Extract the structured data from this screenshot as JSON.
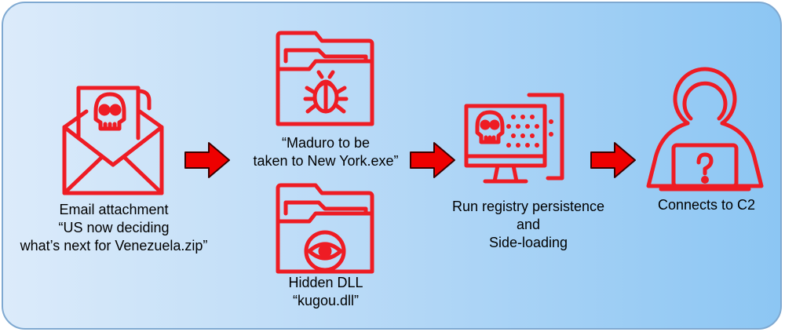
{
  "colors": {
    "icon": "#ee1c24",
    "arrow": "#ee0000",
    "arrow_outline": "#3a0000"
  },
  "steps": {
    "email": {
      "icon": "email-with-skull-icon",
      "lines": [
        "Email attachment",
        "“US now deciding",
        "what’s next for Venezuela.zip”"
      ]
    },
    "exe": {
      "icon": "folder-with-bug-icon",
      "lines": [
        "“Maduro to be",
        "taken to New York.exe”"
      ]
    },
    "dll": {
      "icon": "folder-with-eye-icon",
      "lines": [
        "Hidden DLL",
        "“kugou.dll”"
      ]
    },
    "persistence": {
      "icon": "computer-with-skull-icon",
      "lines": [
        "Run registry persistence",
        "and",
        "Side-loading"
      ]
    },
    "c2": {
      "icon": "hacker-with-laptop-icon",
      "lines": [
        "Connects to C2"
      ]
    }
  },
  "arrows": [
    "arrow-right-icon",
    "arrow-right-icon",
    "arrow-right-icon"
  ]
}
